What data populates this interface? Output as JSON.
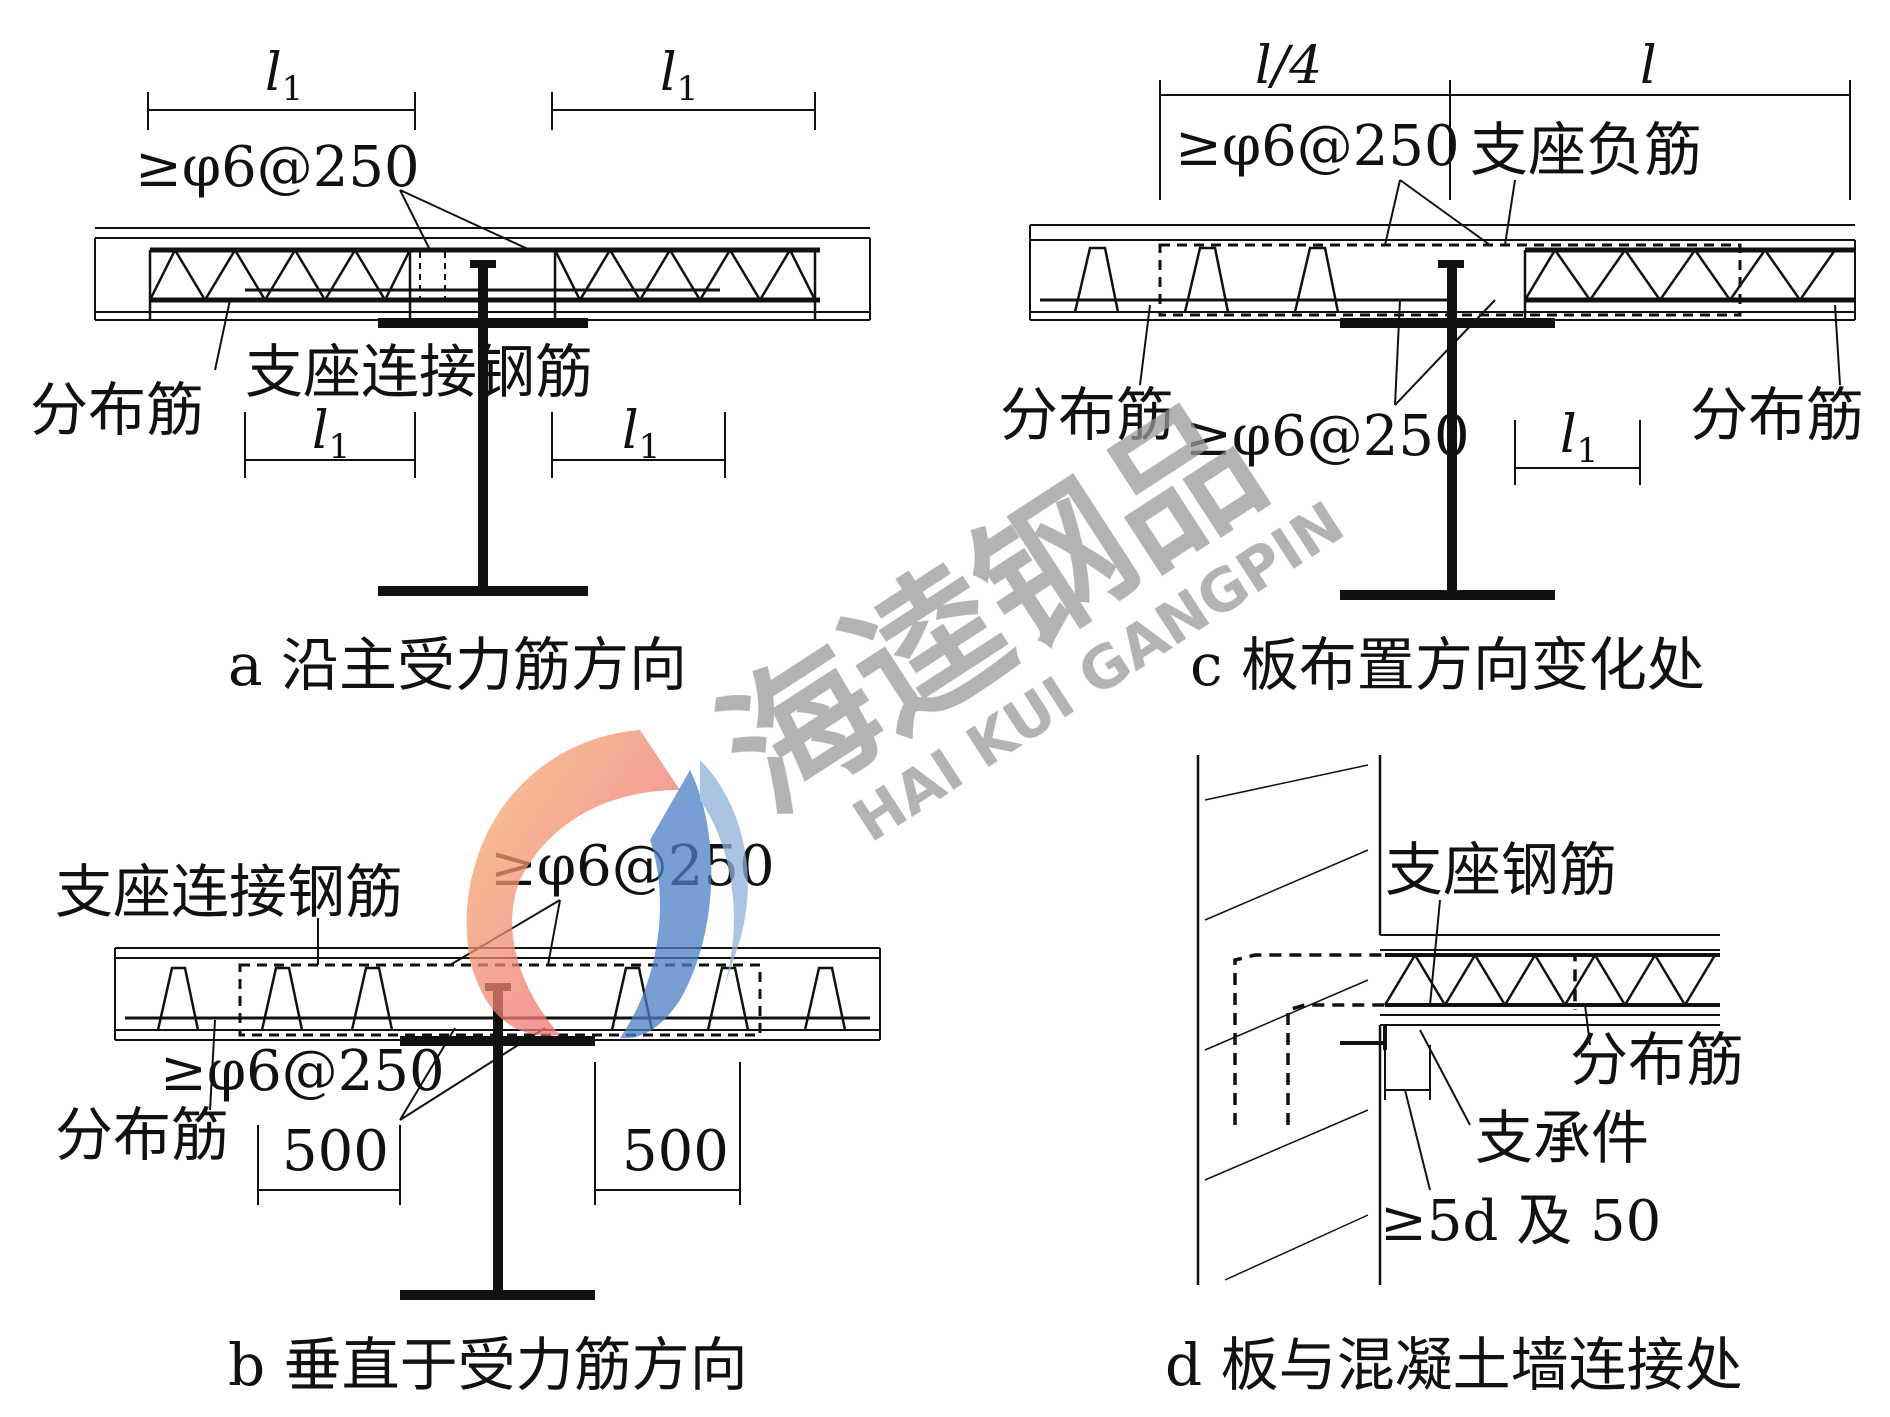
{
  "panel_a": {
    "caption": "a 沿主受力筋方向",
    "dim_top_left": "l",
    "dim_top_left_sub": "1",
    "dim_top_right": "l",
    "dim_top_right_sub": "1",
    "rebar_spec": "≥φ6@250",
    "label_support_bar": "支座连接钢筋",
    "label_dist_bar": "分布筋",
    "dim_bot_left": "l",
    "dim_bot_left_sub": "1",
    "dim_bot_right": "l",
    "dim_bot_right_sub": "1"
  },
  "panel_b": {
    "caption": "b 垂直于受力筋方向",
    "label_support_bar": "支座连接钢筋",
    "rebar_spec_top": "≥φ6@250",
    "rebar_spec_bottom": "≥φ6@250",
    "label_dist_bar": "分布筋",
    "dim_left": "500",
    "dim_right": "500"
  },
  "panel_c": {
    "caption": "c 板布置方向变化处",
    "dim_left": "l/4",
    "dim_right": "l",
    "rebar_spec_top": "≥φ6@250",
    "label_neg_bar": "支座负筋",
    "label_dist_left": "分布筋",
    "label_dist_right": "分布筋",
    "rebar_spec_bottom": "≥φ6@250",
    "dim_bot": "l",
    "dim_bot_sub": "1"
  },
  "panel_d": {
    "caption": "d 板与混凝土墙连接处",
    "label_support_rebar": "支座钢筋",
    "label_dist_bar": "分布筋",
    "label_bearing": "支承件",
    "label_min_len": "≥5d 及 50"
  },
  "watermark": {
    "cn": "海逵钢品",
    "en": "HAI KUI GANGPIN",
    "colors": {
      "orange": "#f4a46a",
      "red": "#ee6b6b",
      "blue": "#4a7fc4",
      "gray": "#9a9a9a"
    }
  }
}
